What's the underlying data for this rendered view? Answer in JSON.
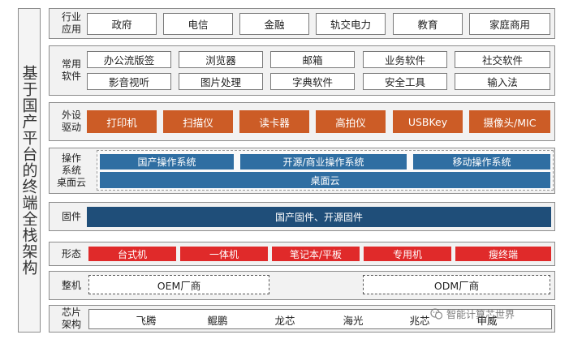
{
  "side_title": "基于国产平台的终端全栈架构",
  "rows": {
    "industry": {
      "label": "行业\n应用",
      "items": [
        "政府",
        "电信",
        "金融",
        "轨交电力",
        "教育",
        "家庭商用"
      ]
    },
    "software": {
      "label": "常用\n软件",
      "row1": [
        "办公流版签",
        "浏览器",
        "邮箱",
        "业务软件",
        "社交软件"
      ],
      "row2": [
        "影音视听",
        "图片处理",
        "字典软件",
        "安全工具",
        "输入法"
      ]
    },
    "peripheral": {
      "label": "外设\n驱动",
      "items": [
        "打印机",
        "扫描仪",
        "读卡器",
        "高拍仪",
        "USBKey",
        "摄像头/MIC"
      ]
    },
    "os": {
      "label": "操作\n系统\n桌面云",
      "items": [
        "国产操作系统",
        "开源/商业操作系统",
        "移动操作系统"
      ],
      "cloud": "桌面云"
    },
    "firmware": {
      "label": "固件",
      "bar": "国产固件、开源固件"
    },
    "form": {
      "label": "形态",
      "items": [
        "台式机",
        "一体机",
        "笔记本/平板",
        "专用机",
        "瘦终端"
      ]
    },
    "machine": {
      "label": "整机",
      "items": [
        "OEM厂商",
        "ODM厂商"
      ]
    },
    "chip": {
      "label": "芯片\n架构",
      "items": [
        "飞腾",
        "鲲鹏",
        "龙芯",
        "海光",
        "兆芯",
        "申威"
      ]
    }
  },
  "watermark": "智能计算芯世界",
  "colors": {
    "peripheral": "#cc5c26",
    "os": "#2f6ea2",
    "firmware": "#1f4e79",
    "form": "#e02a2a"
  }
}
